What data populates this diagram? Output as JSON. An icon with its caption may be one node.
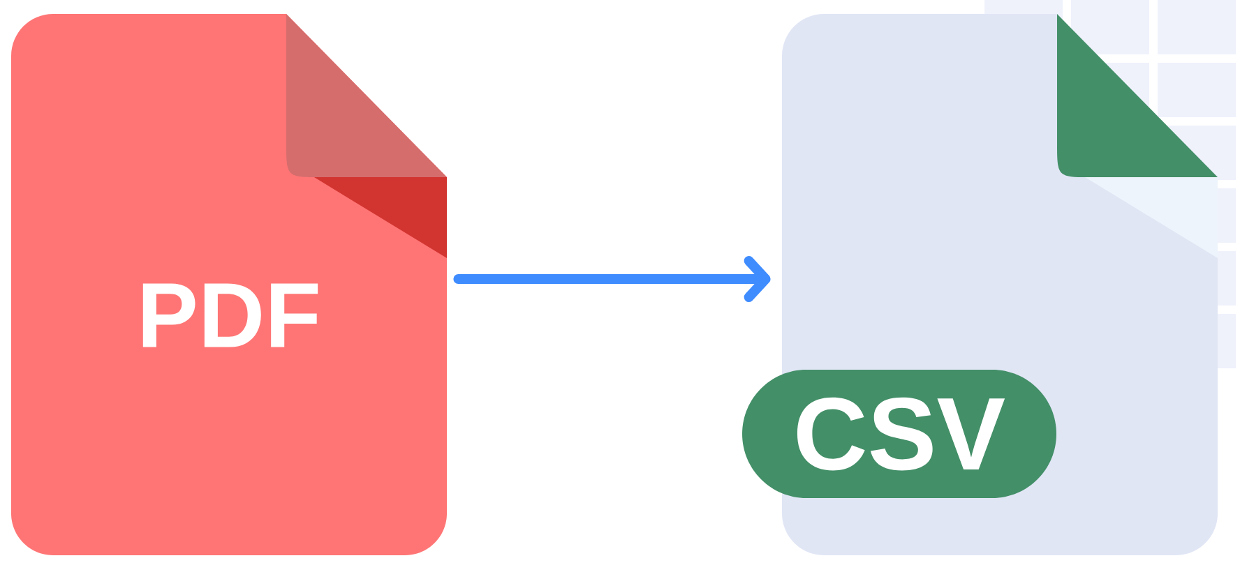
{
  "diagram": {
    "nodes": [
      {
        "text": [
          "PDF"
        ]
      },
      {
        "text": [
          "CSV"
        ]
      }
    ],
    "edges": [
      {
        "from": 0,
        "to": 1,
        "arrow": "to",
        "color": "#3f8cff"
      }
    ]
  }
}
